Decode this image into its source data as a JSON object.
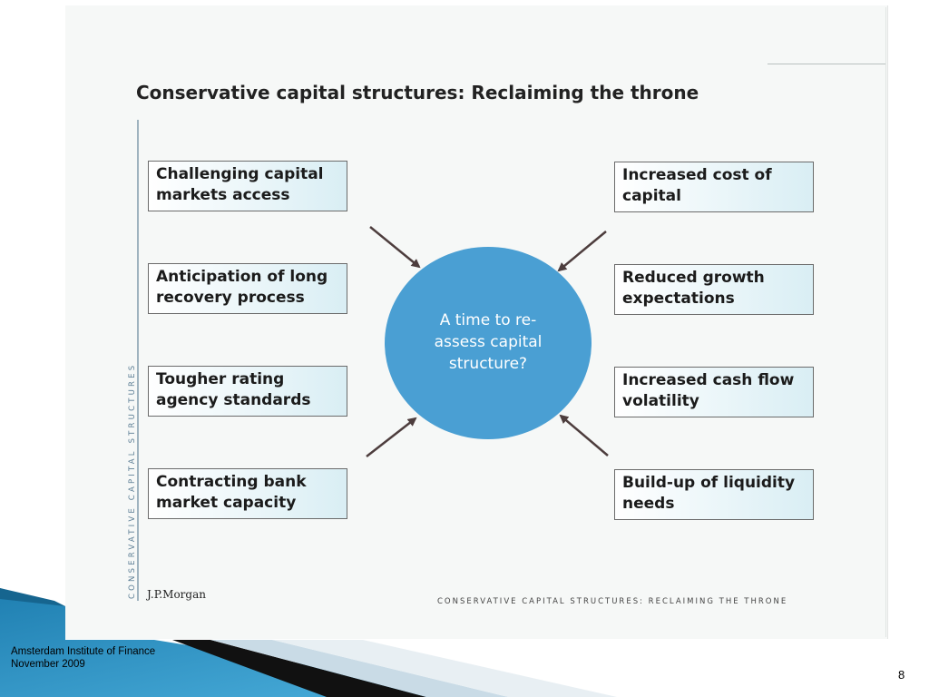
{
  "slide": {
    "title": "Conservative capital structures: Reclaiming the throne",
    "vertical_label": "CONSERVATIVE CAPITAL STRUCTURES",
    "center_text": "A time to re-assess capital structure?",
    "left_boxes": [
      "Challenging capital markets access",
      "Anticipation of long recovery process",
      "Tougher rating agency standards",
      "Contracting bank market capacity"
    ],
    "right_boxes": [
      "Increased cost of capital",
      "Reduced growth expectations",
      "Increased cash flow volatility",
      "Build-up of liquidity needs"
    ],
    "logo_text": "J.P.Morgan",
    "footer_text": "CONSERVATIVE CAPITAL STRUCTURES: RECLAIMING THE THRONE"
  },
  "presentation": {
    "institute": "Amsterdam Institute of Finance",
    "date": "November 2009",
    "page_number": "8"
  },
  "colors": {
    "circle": "#4a9fd3",
    "box_fill_end": "#d9eef4",
    "arrow": "#4d3d3d",
    "decor_blue": "#2a8fbf"
  }
}
